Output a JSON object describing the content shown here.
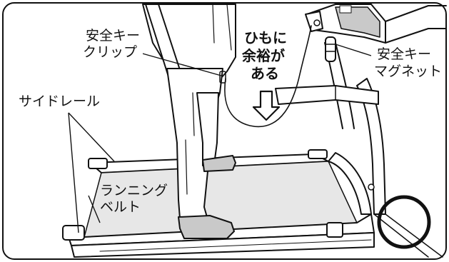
{
  "labels": {
    "safety_key_clip": [
      "安全キー",
      "クリップ"
    ],
    "slack": [
      "ひもに",
      "余裕が",
      "ある"
    ],
    "safety_key_magnet": [
      "安全キー",
      "マグネット"
    ],
    "side_rail": "サイドレール",
    "running_belt": [
      "ランニング",
      "ベルト"
    ]
  }
}
